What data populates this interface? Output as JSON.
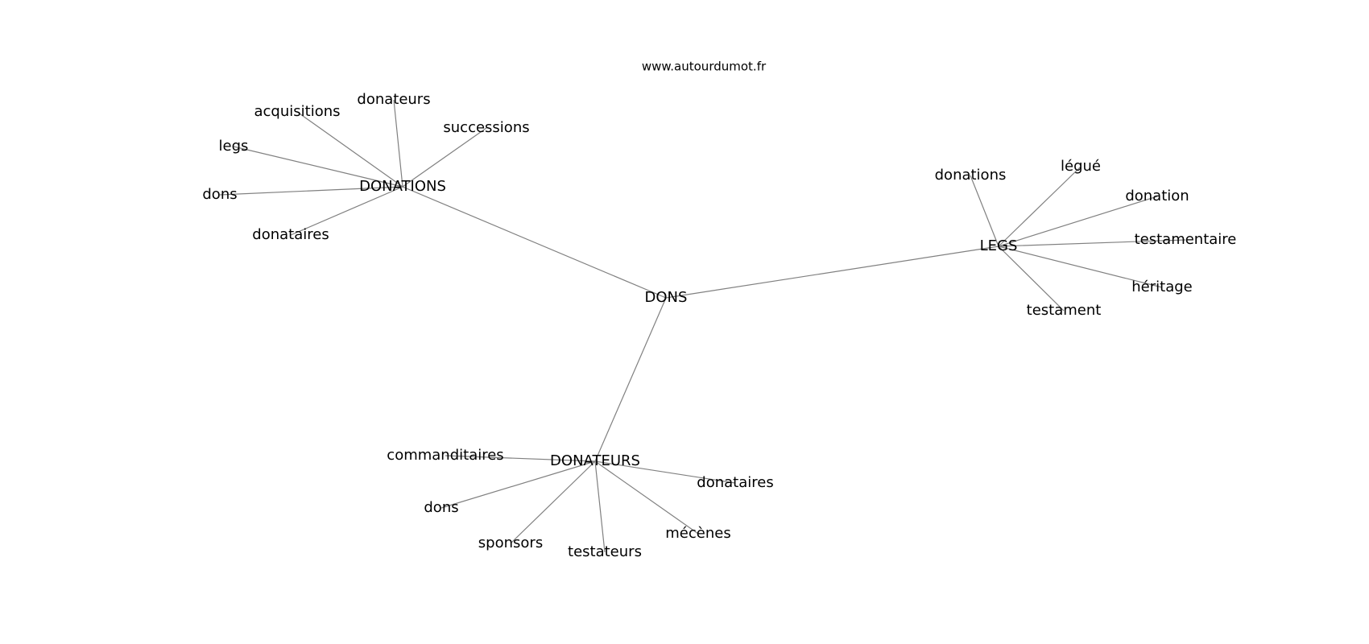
{
  "watermark": "www.autourdumot.fr",
  "colors": {
    "edge": "#808080",
    "text": "#000000",
    "background": "#ffffff"
  },
  "nodes": [
    {
      "id": "dons_center",
      "label": "DONS"
    },
    {
      "id": "donations_hub",
      "label": "DONATIONS"
    },
    {
      "id": "legs_hub",
      "label": "LEGS"
    },
    {
      "id": "donateurs_hub",
      "label": "DONATEURS"
    },
    {
      "id": "acquisitions",
      "label": "acquisitions"
    },
    {
      "id": "donateurs_1",
      "label": "donateurs"
    },
    {
      "id": "successions",
      "label": "successions"
    },
    {
      "id": "legs_1",
      "label": "legs"
    },
    {
      "id": "dons_1",
      "label": "dons"
    },
    {
      "id": "donataires_1",
      "label": "donataires"
    },
    {
      "id": "donations_2",
      "label": "donations"
    },
    {
      "id": "legue",
      "label": "légué"
    },
    {
      "id": "donation",
      "label": "donation"
    },
    {
      "id": "testamentaire",
      "label": "testamentaire"
    },
    {
      "id": "heritage",
      "label": "héritage"
    },
    {
      "id": "testament",
      "label": "testament"
    },
    {
      "id": "commanditaires",
      "label": "commanditaires"
    },
    {
      "id": "donataires_3",
      "label": "donataires"
    },
    {
      "id": "dons_3",
      "label": "dons"
    },
    {
      "id": "sponsors",
      "label": "sponsors"
    },
    {
      "id": "testateurs",
      "label": "testateurs"
    },
    {
      "id": "mecenes",
      "label": "mécènes"
    }
  ],
  "edges": [
    [
      "dons_center",
      "donations_hub"
    ],
    [
      "dons_center",
      "legs_hub"
    ],
    [
      "dons_center",
      "donateurs_hub"
    ],
    [
      "donations_hub",
      "acquisitions"
    ],
    [
      "donations_hub",
      "donateurs_1"
    ],
    [
      "donations_hub",
      "successions"
    ],
    [
      "donations_hub",
      "legs_1"
    ],
    [
      "donations_hub",
      "dons_1"
    ],
    [
      "donations_hub",
      "donataires_1"
    ],
    [
      "legs_hub",
      "donations_2"
    ],
    [
      "legs_hub",
      "legue"
    ],
    [
      "legs_hub",
      "donation"
    ],
    [
      "legs_hub",
      "testamentaire"
    ],
    [
      "legs_hub",
      "heritage"
    ],
    [
      "legs_hub",
      "testament"
    ],
    [
      "donateurs_hub",
      "commanditaires"
    ],
    [
      "donateurs_hub",
      "donataires_3"
    ],
    [
      "donateurs_hub",
      "dons_3"
    ],
    [
      "donateurs_hub",
      "sponsors"
    ],
    [
      "donateurs_hub",
      "testateurs"
    ],
    [
      "donateurs_hub",
      "mecenes"
    ]
  ]
}
